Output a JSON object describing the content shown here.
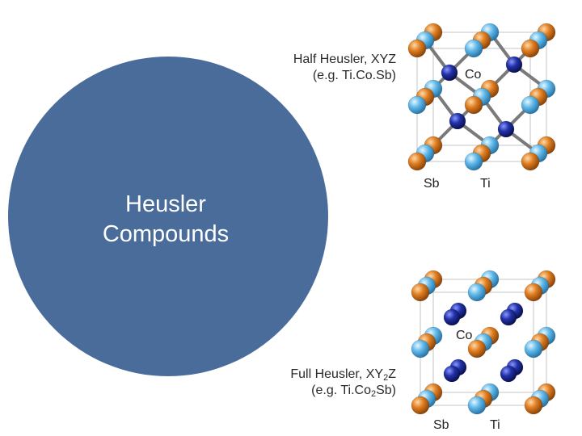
{
  "main": {
    "title_line1": "Heusler",
    "title_line2": "Compounds"
  },
  "half_heusler": {
    "caption_line1": "Half Heusler, XYZ",
    "caption_line2": "(e.g. Ti.Co.Sb)",
    "labels": {
      "co": "Co",
      "sb": "Sb",
      "ti": "Ti"
    }
  },
  "full_heusler": {
    "caption_prefix": "Full Heusler, XY",
    "caption_sub": "2",
    "caption_suffix": "Z",
    "example_prefix": "(e.g. Ti.Co",
    "example_sub": "2",
    "example_suffix": "Sb)",
    "labels": {
      "co": "Co",
      "sb": "Sb",
      "ti": "Ti"
    }
  },
  "colors": {
    "circle": "#4a6c9b",
    "sb_atom": "#d9791f",
    "ti_atom": "#5ab4e8",
    "co_atom": "#1c2c9c",
    "bond": "#7a7a7a"
  }
}
